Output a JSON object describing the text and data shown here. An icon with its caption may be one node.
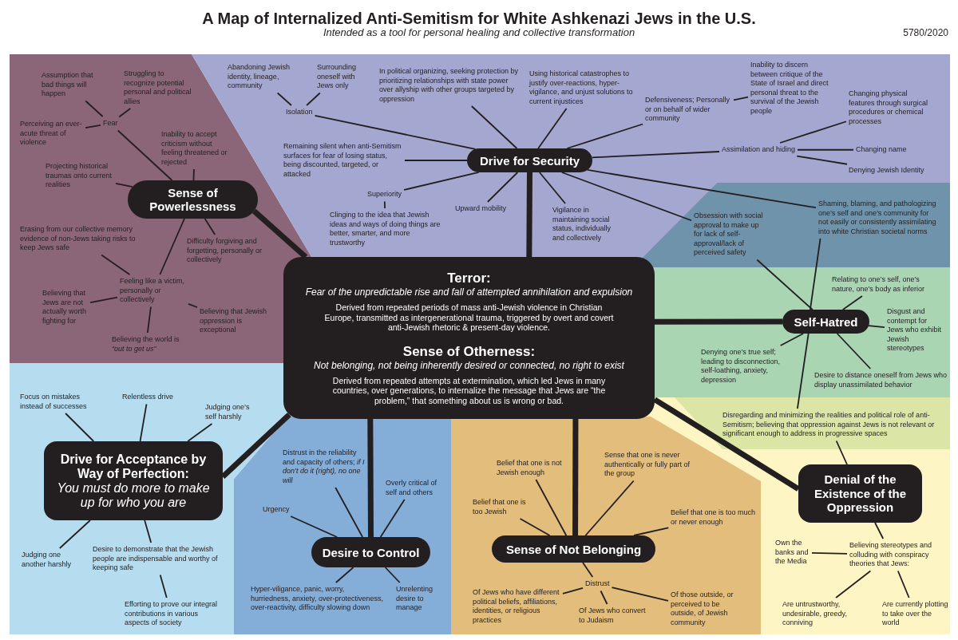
{
  "diagram": {
    "title": "A Map of Internalized Anti-Semitism for White Ashkenazi Jews in the U.S.",
    "nodes": [
      {
        "text": [
          "Terror:",
          "Fear of the unpredictable rise and fall of attempted annihilation and expulsion",
          "Derived from repeated periods of mass anti-Jewish violence in Christian Europe, transmitted as intergenerational trauma, triggered by overt and covert anti-Jewish rhetoric & present-day violence.",
          "Sense of Otherness:",
          "Not belonging, not being inherently desired or connected, no right to exist",
          "Derived from repeated attempts at extermination, which led Jews in many countries, over generations, to internalize the message that Jews are “the problem,” that something about us is wrong or bad."
        ]
      },
      {
        "text": [
          "Sense of Powerlessness"
        ]
      },
      {
        "text": [
          "Fear"
        ]
      },
      {
        "text": [
          "Assumption that bad things will happen"
        ]
      },
      {
        "text": [
          "Struggling to recognize potential personal and political allies"
        ]
      },
      {
        "text": [
          "Perceiving an ever-acute threat of violence"
        ]
      },
      {
        "text": [
          "Inability to accept criticism without feeling threatened or rejected"
        ]
      },
      {
        "text": [
          "Projecting historical traumas onto current realities"
        ]
      },
      {
        "text": [
          "Erasing from our collective memory evidence of non-Jews taking risks to keep Jews safe"
        ]
      },
      {
        "text": [
          "Difficulty forgiving and forgetting, personally or collectively"
        ]
      },
      {
        "text": [
          "Feeling like a victim, personally or collectively"
        ]
      },
      {
        "text": [
          "Believing that Jews are not actually worth fighting for"
        ]
      },
      {
        "text": [
          "Believing that Jewish oppression is exceptional"
        ]
      },
      {
        "text": [
          "Believing the world is *“out to get us”*"
        ]
      },
      {
        "text": [
          "Drive for Security"
        ]
      },
      {
        "text": [
          "Isolation"
        ]
      },
      {
        "text": [
          "Abandoning Jewish identity, lineage, community"
        ]
      },
      {
        "text": [
          "Surrounding oneself with Jews only"
        ]
      },
      {
        "text": [
          "In political organizing, seeking protection by prioritizing relationships with state power over allyship with other groups targeted by oppression"
        ]
      },
      {
        "text": [
          "Using historical catastrophes to justify over-reactions, hyper-vigilance, and unjust solutions to current injustices"
        ]
      },
      {
        "text": [
          "Remaining silent when anti-Semitism surfaces for fear of losing status, being discounted, targeted, or attacked"
        ]
      },
      {
        "text": [
          "Superiority"
        ]
      },
      {
        "text": [
          "Clinging to the idea that Jewish ideas and ways of doing things are better, smarter, and more trustworthy"
        ]
      },
      {
        "text": [
          "Upward mobility"
        ]
      },
      {
        "text": [
          "Vigilance in maintaining social status, individually and collectively"
        ]
      },
      {
        "text": [
          "Defensiveness; Personally or on behalf of wider community"
        ]
      },
      {
        "text": [
          "Inability to discern between critique of the State of Israel and direct personal threat to the survival of the Jewish people"
        ]
      },
      {
        "text": [
          "Assimilation and hiding"
        ]
      },
      {
        "text": [
          "Changing physical features through surgical procedures or chemical processes"
        ]
      },
      {
        "text": [
          "Changing name"
        ]
      },
      {
        "text": [
          "Denying Jewish Identity"
        ]
      },
      {
        "text": [
          "Obsession with social approval to make up for lack of self-approval/lack of perceived safety"
        ]
      },
      {
        "text": [
          "Shaming, blaming, and pathologizing one’s self and one’s community for not easily or consistently assimilating into white Christian societal norms"
        ]
      },
      {
        "text": [
          "Self-Hatred"
        ]
      },
      {
        "text": [
          "Relating to one’s self, one’s nature, one’s body as inferior"
        ]
      },
      {
        "text": [
          "Disgust and contempt for Jews who exhibit Jewish stereotypes"
        ]
      },
      {
        "text": [
          "Denying one’s true self; leading to disconnection, self-loathing, anxiety, depression"
        ]
      },
      {
        "text": [
          "Desire to distance oneself from Jews who display unassimilated behavior"
        ]
      },
      {
        "text": [
          "Disregarding and minimizing the realities and political role of anti-Semitism; believing that oppression against Jews is not relevant or significant enough to address in progressive spaces"
        ]
      },
      {
        "text": [
          "Denial of the Existence of the Oppression"
        ]
      },
      {
        "text": [
          "Believing stereotypes and colluding with conspiracy theories that Jews:"
        ]
      },
      {
        "text": [
          "Own the banks and the Media"
        ]
      },
      {
        "text": [
          "Are untrustworthy, undesirable, greedy, conniving"
        ]
      },
      {
        "text": [
          "Are currently plotting to take over the world"
        ]
      },
      {
        "text": [
          "Sense of Not Belonging"
        ]
      },
      {
        "text": [
          "Belief that one is not Jewish enough"
        ]
      },
      {
        "text": [
          "Sense that one is never authentically or fully part of the group"
        ]
      },
      {
        "text": [
          "Belief that one is too Jewish"
        ]
      },
      {
        "text": [
          "Belief that one is too much or never enough"
        ]
      },
      {
        "text": [
          "Distrust"
        ]
      },
      {
        "text": [
          "Of Jews who have different political beliefs, affiliations, identities, or religious practices"
        ]
      },
      {
        "text": [
          "Of Jews who convert to Judaism"
        ]
      },
      {
        "text": [
          "Of those outside, or perceived to be outside, of Jewish community"
        ]
      },
      {
        "text": [
          "Desire to Control"
        ]
      },
      {
        "text": [
          "Distrust in the reliability and capacity of others; *if I don’t do it (right), no one will*"
        ]
      },
      {
        "text": [
          "Overly critical of self and others"
        ]
      },
      {
        "text": [
          "Urgency"
        ]
      },
      {
        "text": [
          "Hyper-viligance, panic, worry, hurriedness, anxiety, over-protectiveness, over-reactivity, difficulty slowing down"
        ]
      },
      {
        "text": [
          "Unrelenting desire to manage"
        ]
      },
      {
        "text": [
          "Drive for Acceptance by Way of Perfection:",
          "You must do more to make up for who you are"
        ]
      },
      {
        "text": [
          "Focus on mistakes instead of successes"
        ]
      },
      {
        "text": [
          "Relentless drive"
        ]
      },
      {
        "text": [
          "Judging one’s self harshly"
        ]
      },
      {
        "text": [
          "Judging one another harshly"
        ]
      },
      {
        "text": [
          "Desire to demonstrate that the Jewish people are indispensable and worthy of keeping safe"
        ]
      },
      {
        "text": [
          "Efforting to prove our integral contributions in various aspects of society"
        ]
      }
    ],
    "edges": [
      {
        "from": 0,
        "to": 1,
        "arrow": "none",
        "style": "thick"
      },
      {
        "from": 0,
        "to": 14,
        "arrow": "none",
        "style": "thick"
      },
      {
        "from": 0,
        "to": 33,
        "arrow": "none",
        "style": "thick"
      },
      {
        "from": 0,
        "to": 39,
        "arrow": "none",
        "style": "thick"
      },
      {
        "from": 0,
        "to": 44,
        "arrow": "none",
        "style": "thick"
      },
      {
        "from": 0,
        "to": 53,
        "arrow": "none",
        "style": "thick"
      },
      {
        "from": 0,
        "to": 59,
        "arrow": "none",
        "style": "thick"
      },
      {
        "from": 1,
        "to": 2,
        "arrow": "none"
      },
      {
        "from": 2,
        "to": 3,
        "arrow": "none"
      },
      {
        "from": 2,
        "to": 4,
        "arrow": "none"
      },
      {
        "from": 2,
        "to": 5,
        "arrow": "none"
      },
      {
        "from": 1,
        "to": 6,
        "arrow": "none"
      },
      {
        "from": 1,
        "to": 7,
        "arrow": "none"
      },
      {
        "from": 1,
        "to": 9,
        "arrow": "none"
      },
      {
        "from": 1,
        "to": 10,
        "arrow": "none"
      },
      {
        "from": 10,
        "to": 8,
        "arrow": "none"
      },
      {
        "from": 10,
        "to": 11,
        "arrow": "none"
      },
      {
        "from": 10,
        "to": 12,
        "arrow": "none"
      },
      {
        "from": 10,
        "to": 13,
        "arrow": "none"
      },
      {
        "from": 14,
        "to": 15,
        "arrow": "none"
      },
      {
        "from": 15,
        "to": 16,
        "arrow": "none"
      },
      {
        "from": 15,
        "to": 17,
        "arrow": "none"
      },
      {
        "from": 14,
        "to": 18,
        "arrow": "none"
      },
      {
        "from": 14,
        "to": 19,
        "arrow": "none"
      },
      {
        "from": 14,
        "to": 20,
        "arrow": "none"
      },
      {
        "from": 14,
        "to": 21,
        "arrow": "none"
      },
      {
        "from": 21,
        "to": 22,
        "arrow": "none"
      },
      {
        "from": 14,
        "to": 23,
        "arrow": "none"
      },
      {
        "from": 14,
        "to": 24,
        "arrow": "none"
      },
      {
        "from": 14,
        "to": 25,
        "arrow": "none"
      },
      {
        "from": 25,
        "to": 26,
        "arrow": "none"
      },
      {
        "from": 14,
        "to": 27,
        "arrow": "none"
      },
      {
        "from": 27,
        "to": 28,
        "arrow": "none"
      },
      {
        "from": 27,
        "to": 29,
        "arrow": "none"
      },
      {
        "from": 27,
        "to": 30,
        "arrow": "none"
      },
      {
        "from": 14,
        "to": 31,
        "arrow": "none"
      },
      {
        "from": 14,
        "to": 32,
        "arrow": "none"
      },
      {
        "from": 33,
        "to": 31,
        "arrow": "none"
      },
      {
        "from": 33,
        "to": 32,
        "arrow": "none"
      },
      {
        "from": 33,
        "to": 34,
        "arrow": "none"
      },
      {
        "from": 33,
        "to": 35,
        "arrow": "none"
      },
      {
        "from": 33,
        "to": 36,
        "arrow": "none"
      },
      {
        "from": 33,
        "to": 37,
        "arrow": "none"
      },
      {
        "from": 33,
        "to": 38,
        "arrow": "none"
      },
      {
        "from": 39,
        "to": 38,
        "arrow": "none"
      },
      {
        "from": 39,
        "to": 40,
        "arrow": "none"
      },
      {
        "from": 40,
        "to": 41,
        "arrow": "none"
      },
      {
        "from": 40,
        "to": 42,
        "arrow": "none"
      },
      {
        "from": 40,
        "to": 43,
        "arrow": "none"
      },
      {
        "from": 44,
        "to": 45,
        "arrow": "none"
      },
      {
        "from": 44,
        "to": 46,
        "arrow": "none"
      },
      {
        "from": 44,
        "to": 47,
        "arrow": "none"
      },
      {
        "from": 44,
        "to": 48,
        "arrow": "none"
      },
      {
        "from": 44,
        "to": 49,
        "arrow": "none"
      },
      {
        "from": 49,
        "to": 50,
        "arrow": "none"
      },
      {
        "from": 49,
        "to": 51,
        "arrow": "none"
      },
      {
        "from": 49,
        "to": 52,
        "arrow": "none"
      },
      {
        "from": 53,
        "to": 54,
        "arrow": "none"
      },
      {
        "from": 53,
        "to": 55,
        "arrow": "none"
      },
      {
        "from": 53,
        "to": 56,
        "arrow": "none"
      },
      {
        "from": 53,
        "to": 57,
        "arrow": "none"
      },
      {
        "from": 53,
        "to": 58,
        "arrow": "none"
      },
      {
        "from": 59,
        "to": 60,
        "arrow": "none"
      },
      {
        "from": 59,
        "to": 61,
        "arrow": "none"
      },
      {
        "from": 59,
        "to": 62,
        "arrow": "none"
      },
      {
        "from": 59,
        "to": 63,
        "arrow": "none"
      },
      {
        "from": 59,
        "to": 64,
        "arrow": "none"
      },
      {
        "from": 64,
        "to": 65,
        "arrow": "none"
      }
    ],
    "labels": [
      "Intended as a tool for personal healing and collective transformation",
      "5780/2020"
    ]
  }
}
